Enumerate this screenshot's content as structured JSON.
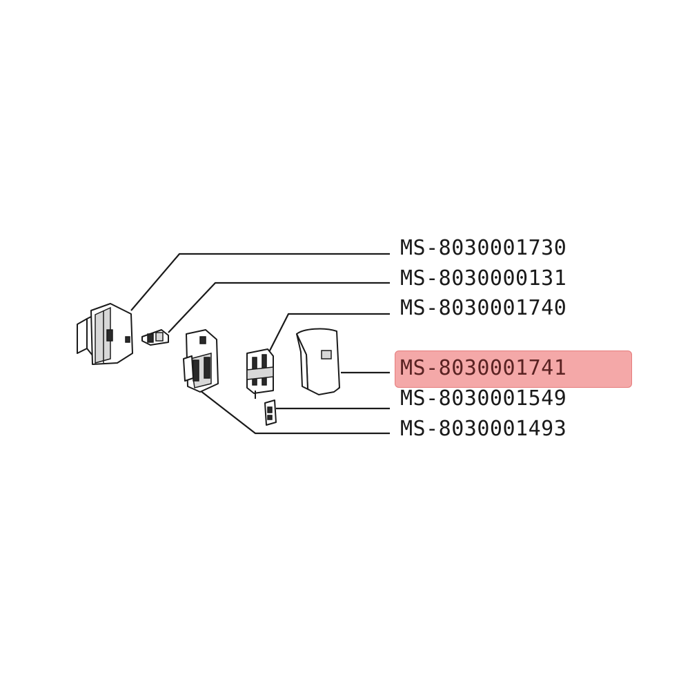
{
  "diagram": {
    "highlight_color": "#f4a8a8",
    "highlighted_part": "MS-8030001741",
    "parts": [
      {
        "label": "MS-8030001730"
      },
      {
        "label": "MS-8030000131"
      },
      {
        "label": "MS-8030001740"
      },
      {
        "label": "MS-8030001741"
      },
      {
        "label": "MS-8030001549"
      },
      {
        "label": "MS-8030001493"
      }
    ]
  }
}
